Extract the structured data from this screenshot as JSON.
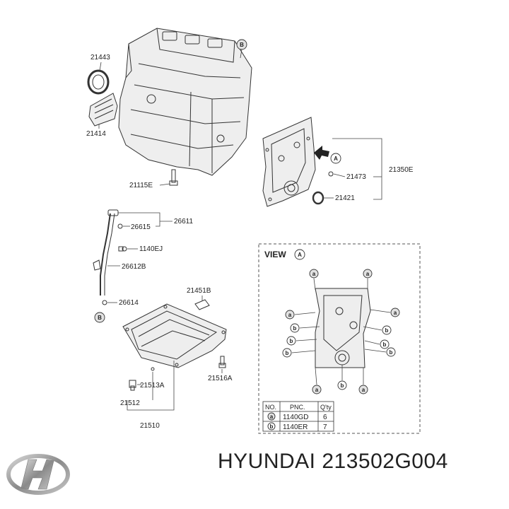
{
  "diagram": {
    "labels": {
      "p21443": "21443",
      "p21414": "21414",
      "p21115E": "21115E",
      "p21350E": "21350E",
      "p21473": "21473",
      "p21421": "21421",
      "p26611": "26611",
      "p26615": "26615",
      "p1140EJ": "1140EJ",
      "p26612B": "26612B",
      "p26614": "26614",
      "p21451B": "21451B",
      "p21513A": "21513A",
      "p21512": "21512",
      "p21510": "21510",
      "p21516A": "21516A"
    },
    "markers": {
      "A": "A",
      "B": "B",
      "a": "a",
      "b": "b"
    }
  },
  "view_box": {
    "title": "VIEW",
    "view_letter": "A",
    "table": {
      "headers": [
        "NO.",
        "PNC.",
        "Q'ty"
      ],
      "rows": [
        {
          "mark": "a",
          "pnc": "1140GD",
          "qty": "6"
        },
        {
          "mark": "b",
          "pnc": "1140ER",
          "qty": "7"
        }
      ]
    }
  },
  "footer": {
    "brand": "HYUNDAI",
    "part_number": "213502G004"
  },
  "colors": {
    "line": "#333333",
    "fill": "#eeeeee",
    "logo": "#9a9a9a"
  }
}
